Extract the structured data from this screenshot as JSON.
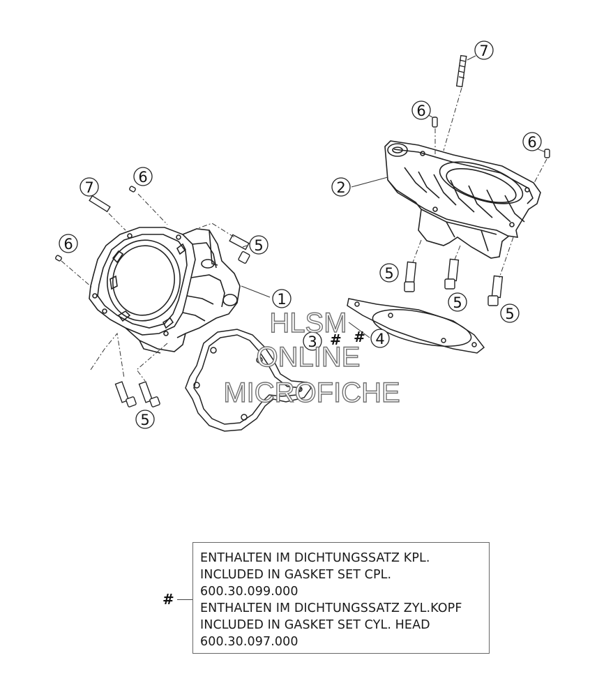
{
  "callouts": {
    "c1": "1",
    "c2": "2",
    "c3": "3",
    "c4": "4",
    "c5": "5",
    "c6": "6",
    "c7": "7"
  },
  "hash_symbol": "#",
  "watermark": {
    "line1": "HLSM",
    "line2": "ONLINE",
    "line3": "MICROFICHE"
  },
  "legend": {
    "marker": "#",
    "lines": [
      "ENTHALTEN IM DICHTUNGSSATZ KPL.",
      "INCLUDED IN GASKET SET CPL.",
      "600.30.099.000",
      "ENTHALTEN IM DICHTUNGSSATZ ZYL.KOPF",
      "INCLUDED IN GASKET SET CYL. HEAD",
      "600.30.097.000"
    ]
  }
}
